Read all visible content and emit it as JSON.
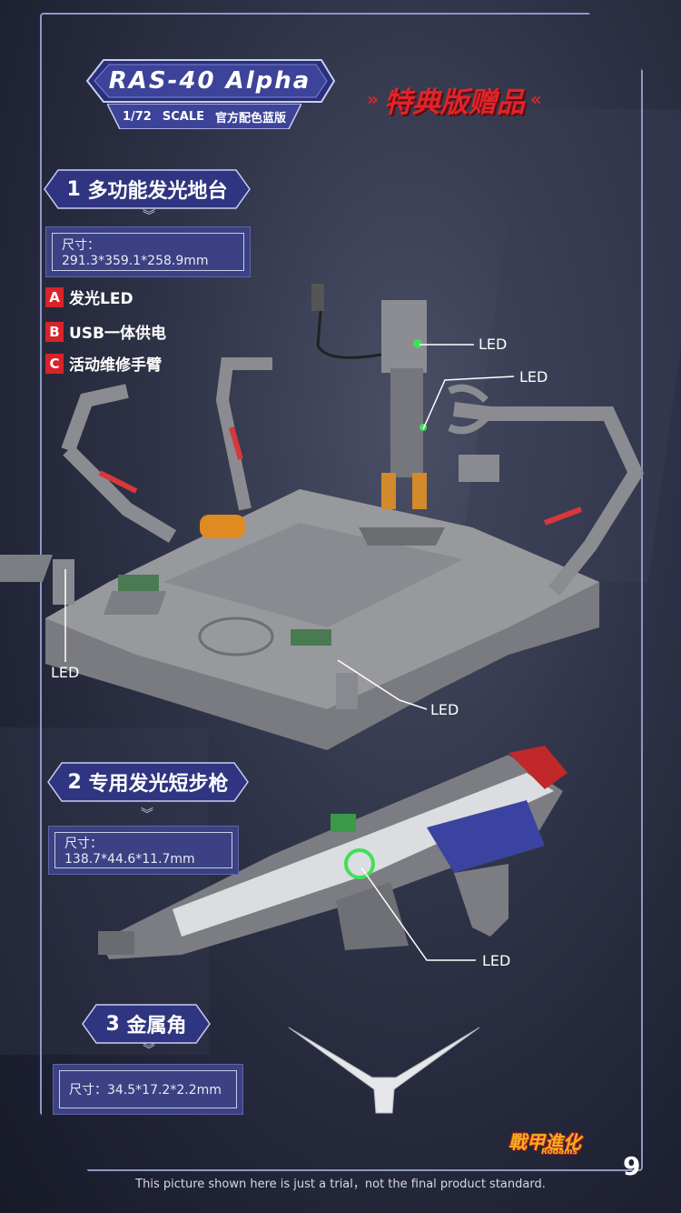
{
  "header": {
    "model_name": "RAS-40 Alpha",
    "scale": "1/72",
    "scale_word": "SCALE",
    "edition": "官方配色蓝版",
    "gift_label": "特典版赠品"
  },
  "sections": [
    {
      "number": "1",
      "title": "多功能发光地台",
      "size": "尺寸：291.3*359.1*258.9mm"
    },
    {
      "number": "2",
      "title": "专用发光短步枪",
      "size": "尺寸：138.7*44.6*11.7mm"
    },
    {
      "number": "3",
      "title": "金属角",
      "size": "尺寸：34.5*17.2*2.2mm"
    }
  ],
  "features": [
    {
      "letter": "A",
      "text": "发光LED"
    },
    {
      "letter": "B",
      "text": "USB一体供电"
    },
    {
      "letter": "C",
      "text": "活动维修手臂"
    }
  ],
  "led_label": "LED",
  "footer": {
    "brand": "戰甲進化",
    "brand_sub": "Rodams",
    "page_number": "9",
    "disclaimer": "This picture shown here is just a trial，not the final product standard."
  },
  "colors": {
    "accent_red": "#d8232a",
    "panel_blue": "#3b4182",
    "frame_border": "#8f97c8"
  }
}
